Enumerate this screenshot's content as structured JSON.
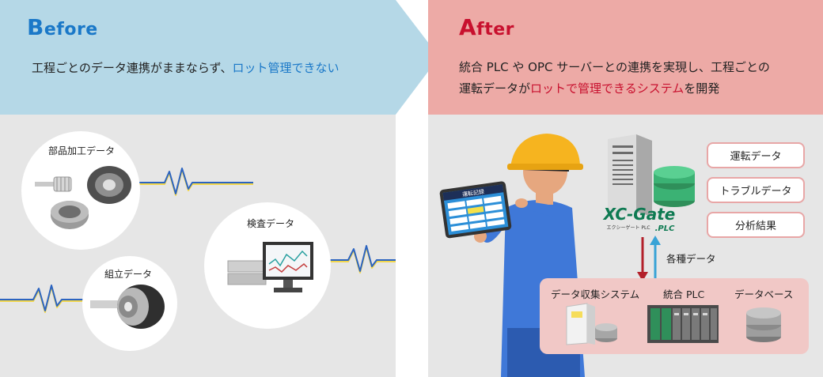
{
  "before": {
    "heading_cap": "B",
    "heading_rest": "efore",
    "desc_plain": "工程ごとのデータ連携がままならず、",
    "desc_highlight": "ロット管理できない",
    "items": {
      "parts": "部品加工データ",
      "inspection": "検査データ",
      "assembly": "組立データ"
    }
  },
  "after": {
    "heading_cap": "A",
    "heading_rest": "fter",
    "desc_line1": "統合 PLC や OPC サーバーとの連携を実現し、工程ごとの",
    "desc_line2_plain": "運転データが",
    "desc_line2_highlight": "ロットで管理できるシステム",
    "desc_line2_end": "を開発",
    "tablet_title": "運転記録",
    "server_logo": "XC-Gate",
    "server_logo_sub": "エクシーゲート PLC",
    "server_logo_plc": ".PLC",
    "data_tags": [
      "運転データ",
      "トラブルデータ",
      "分析結果"
    ],
    "arrow_label": "各種データ",
    "systems": {
      "collect": "データ収集システム",
      "plc": "統合 PLC",
      "database": "データベース"
    }
  },
  "colors": {
    "before_header": "#b5d8e7",
    "after_header": "#edaaa6",
    "body_bg": "#e6e6e6",
    "accent_blue": "#1a78c8",
    "accent_red": "#c8102e",
    "pill_border": "#e8a6a6",
    "system_box": "#f1c8c6"
  }
}
